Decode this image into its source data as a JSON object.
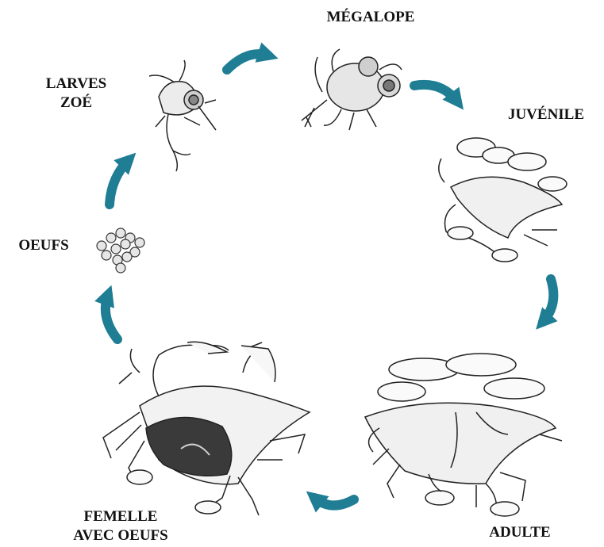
{
  "stages": {
    "megalope": "MÉGALOPE",
    "larves_line1": "LARVES",
    "larves_line2": "ZOÉ",
    "juvenile": "JUVÉNILE",
    "oeufs": "OEUFS",
    "femelle_line1": "FEMELLE",
    "femelle_line2": "AVEC OEUFS",
    "adulte": "ADULTE"
  },
  "icons": [
    "megalope-larva-drawing",
    "zoea-larva-drawing",
    "juvenile-crab-drawing",
    "egg-cluster-drawing",
    "female-crab-with-eggs-drawing",
    "adult-crab-drawing"
  ],
  "colors": {
    "arrow": "#1f7d94",
    "ink": "#222222",
    "egg_mass": "#3a3a3a"
  }
}
